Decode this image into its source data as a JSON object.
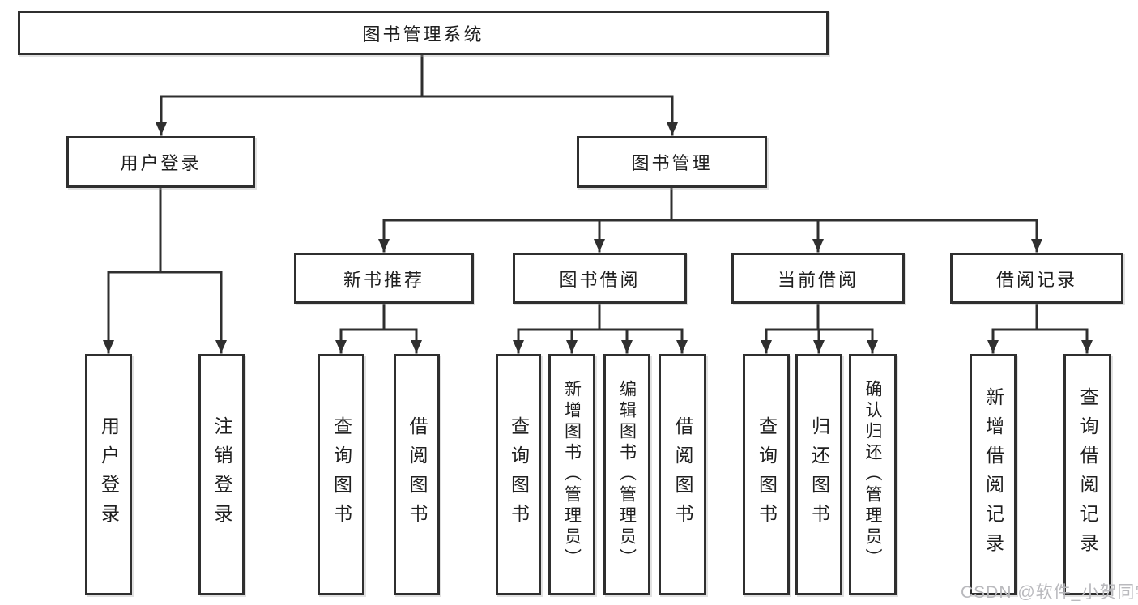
{
  "diagram_title": "图书管理系统",
  "tree": {
    "label": "图书管理系统",
    "children": [
      {
        "label": "用户登录",
        "children": [
          {
            "label": "用户登录"
          },
          {
            "label": "注销登录"
          }
        ]
      },
      {
        "label": "图书管理",
        "children": [
          {
            "label": "新书推荐",
            "children": [
              {
                "label": "查询图书"
              },
              {
                "label": "借阅图书"
              }
            ]
          },
          {
            "label": "图书借阅",
            "children": [
              {
                "label": "查询图书"
              },
              {
                "label": "新增图书（管理员）"
              },
              {
                "label": "编辑图书（管理员）"
              },
              {
                "label": "借阅图书"
              }
            ]
          },
          {
            "label": "当前借阅",
            "children": [
              {
                "label": "查询图书"
              },
              {
                "label": "归还图书"
              },
              {
                "label": "确认归还（管理员）"
              }
            ]
          },
          {
            "label": "借阅记录",
            "children": [
              {
                "label": "新增借阅记录"
              },
              {
                "label": "查询借阅记录"
              }
            ]
          }
        ]
      }
    ]
  },
  "watermark": "CSDN @软件_小贺同学",
  "colors": {
    "line": "#2f2f2f",
    "text": "#1f1f1f",
    "background": "#ffffff",
    "watermark": "#b9b9bd"
  }
}
